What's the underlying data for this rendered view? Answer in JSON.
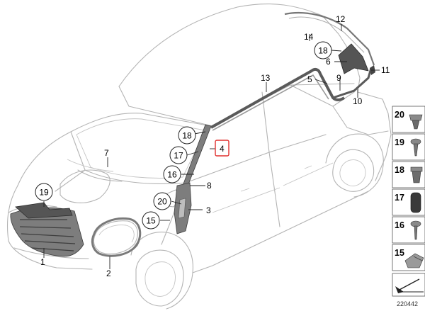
{
  "callouts": {
    "c1": "1",
    "c2": "2",
    "c3": "3",
    "c4": "4",
    "c5": "5",
    "c6": "6",
    "c7": "7",
    "c8": "8",
    "c9": "9",
    "c10": "10",
    "c11": "11",
    "c12": "12",
    "c13": "13",
    "c14": "14",
    "c15": "15",
    "c16": "16",
    "c17": "17",
    "c18a": "18",
    "c18b": "18",
    "c19": "19",
    "c20": "20"
  },
  "side_panel": {
    "items": [
      "20",
      "19",
      "18",
      "17",
      "16",
      "15"
    ]
  },
  "diagram_code": "220442"
}
